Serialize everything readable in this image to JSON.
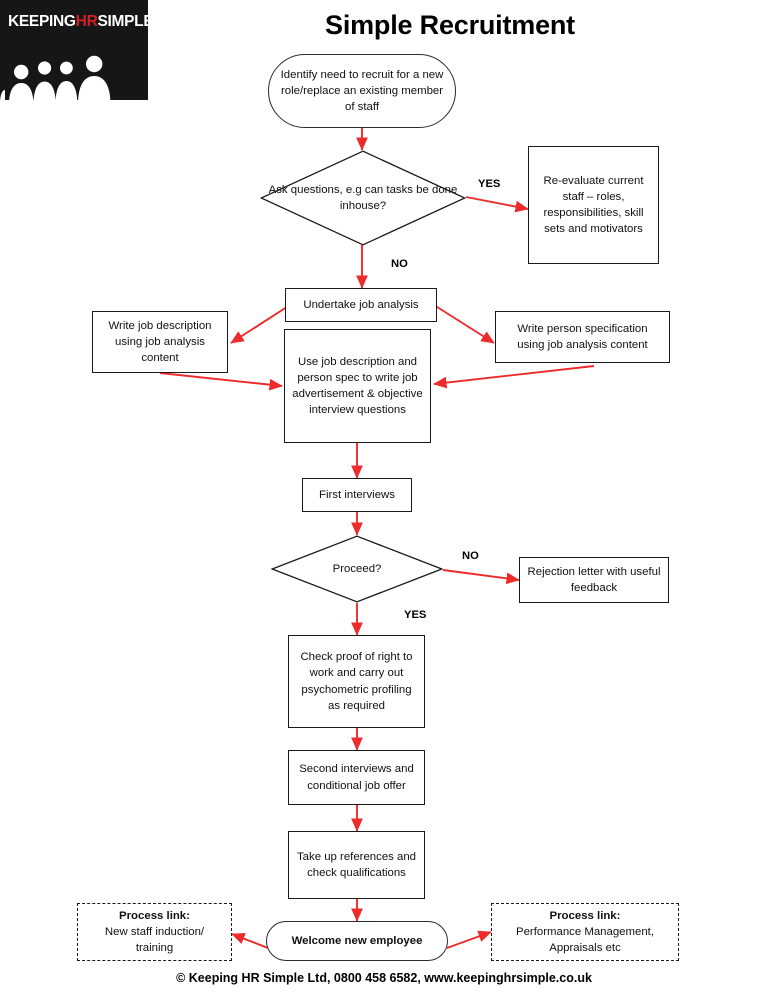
{
  "page": {
    "title": "Simple Recruitment",
    "footer": "© Keeping HR Simple Ltd, 0800 458 6582, www.keepinghrsimple.co.uk",
    "background": "#ffffff"
  },
  "logo": {
    "text_part1": "KEEPING",
    "text_highlight": "HR",
    "text_part2": "SIMPLE",
    "highlight_color": "#d42027",
    "background_color": "#161616",
    "text_color": "#ffffff",
    "icon": "people-silhouette-icon"
  },
  "colors": {
    "arrow": "#ee2b2b",
    "node_border": "#1a1a1a",
    "text": "#111111"
  },
  "chart_data": {
    "type": "flowchart",
    "title": "Simple Recruitment",
    "orientation": "top-to-bottom"
  },
  "nodes": [
    {
      "id": "identify",
      "shape": "terminator",
      "label": "Identify need to recruit for a new role/replace an existing member of staff"
    },
    {
      "id": "ask",
      "shape": "decision",
      "label": "Ask questions, e.g can tasks be done inhouse?"
    },
    {
      "id": "reevaluate",
      "shape": "process",
      "label": "Re-evaluate current staff – roles, responsibilities, skill sets and motivators"
    },
    {
      "id": "job_analysis",
      "shape": "process",
      "label": "Undertake job analysis"
    },
    {
      "id": "job_desc",
      "shape": "process",
      "label": "Write job description using job analysis content"
    },
    {
      "id": "person_spec",
      "shape": "process",
      "label": "Write person specification using job analysis content"
    },
    {
      "id": "use_jd",
      "shape": "process",
      "label": "Use job description and person spec to write job advertisement & objective interview questions"
    },
    {
      "id": "first_int",
      "shape": "process",
      "label": "First interviews"
    },
    {
      "id": "proceed",
      "shape": "decision",
      "label": "Proceed?"
    },
    {
      "id": "rejection",
      "shape": "process",
      "label": "Rejection letter with useful feedback"
    },
    {
      "id": "check_proof",
      "shape": "process",
      "label": "Check proof of right to work and carry out psychometric profiling as required"
    },
    {
      "id": "second_int",
      "shape": "process",
      "label": "Second interviews and conditional job offer"
    },
    {
      "id": "references",
      "shape": "process",
      "label": "Take up references and check qualifications"
    },
    {
      "id": "welcome",
      "shape": "terminator",
      "label": "Welcome new employee"
    },
    {
      "id": "link_left",
      "shape": "link",
      "label_title": "Process link:",
      "label": "New staff induction/ training"
    },
    {
      "id": "link_right",
      "shape": "link",
      "label_title": "Process link:",
      "label": "Performance Management, Appraisals etc"
    }
  ],
  "edge_labels": {
    "ask_yes": "YES",
    "ask_no": "NO",
    "proceed_no": "NO",
    "proceed_yes": "YES"
  }
}
